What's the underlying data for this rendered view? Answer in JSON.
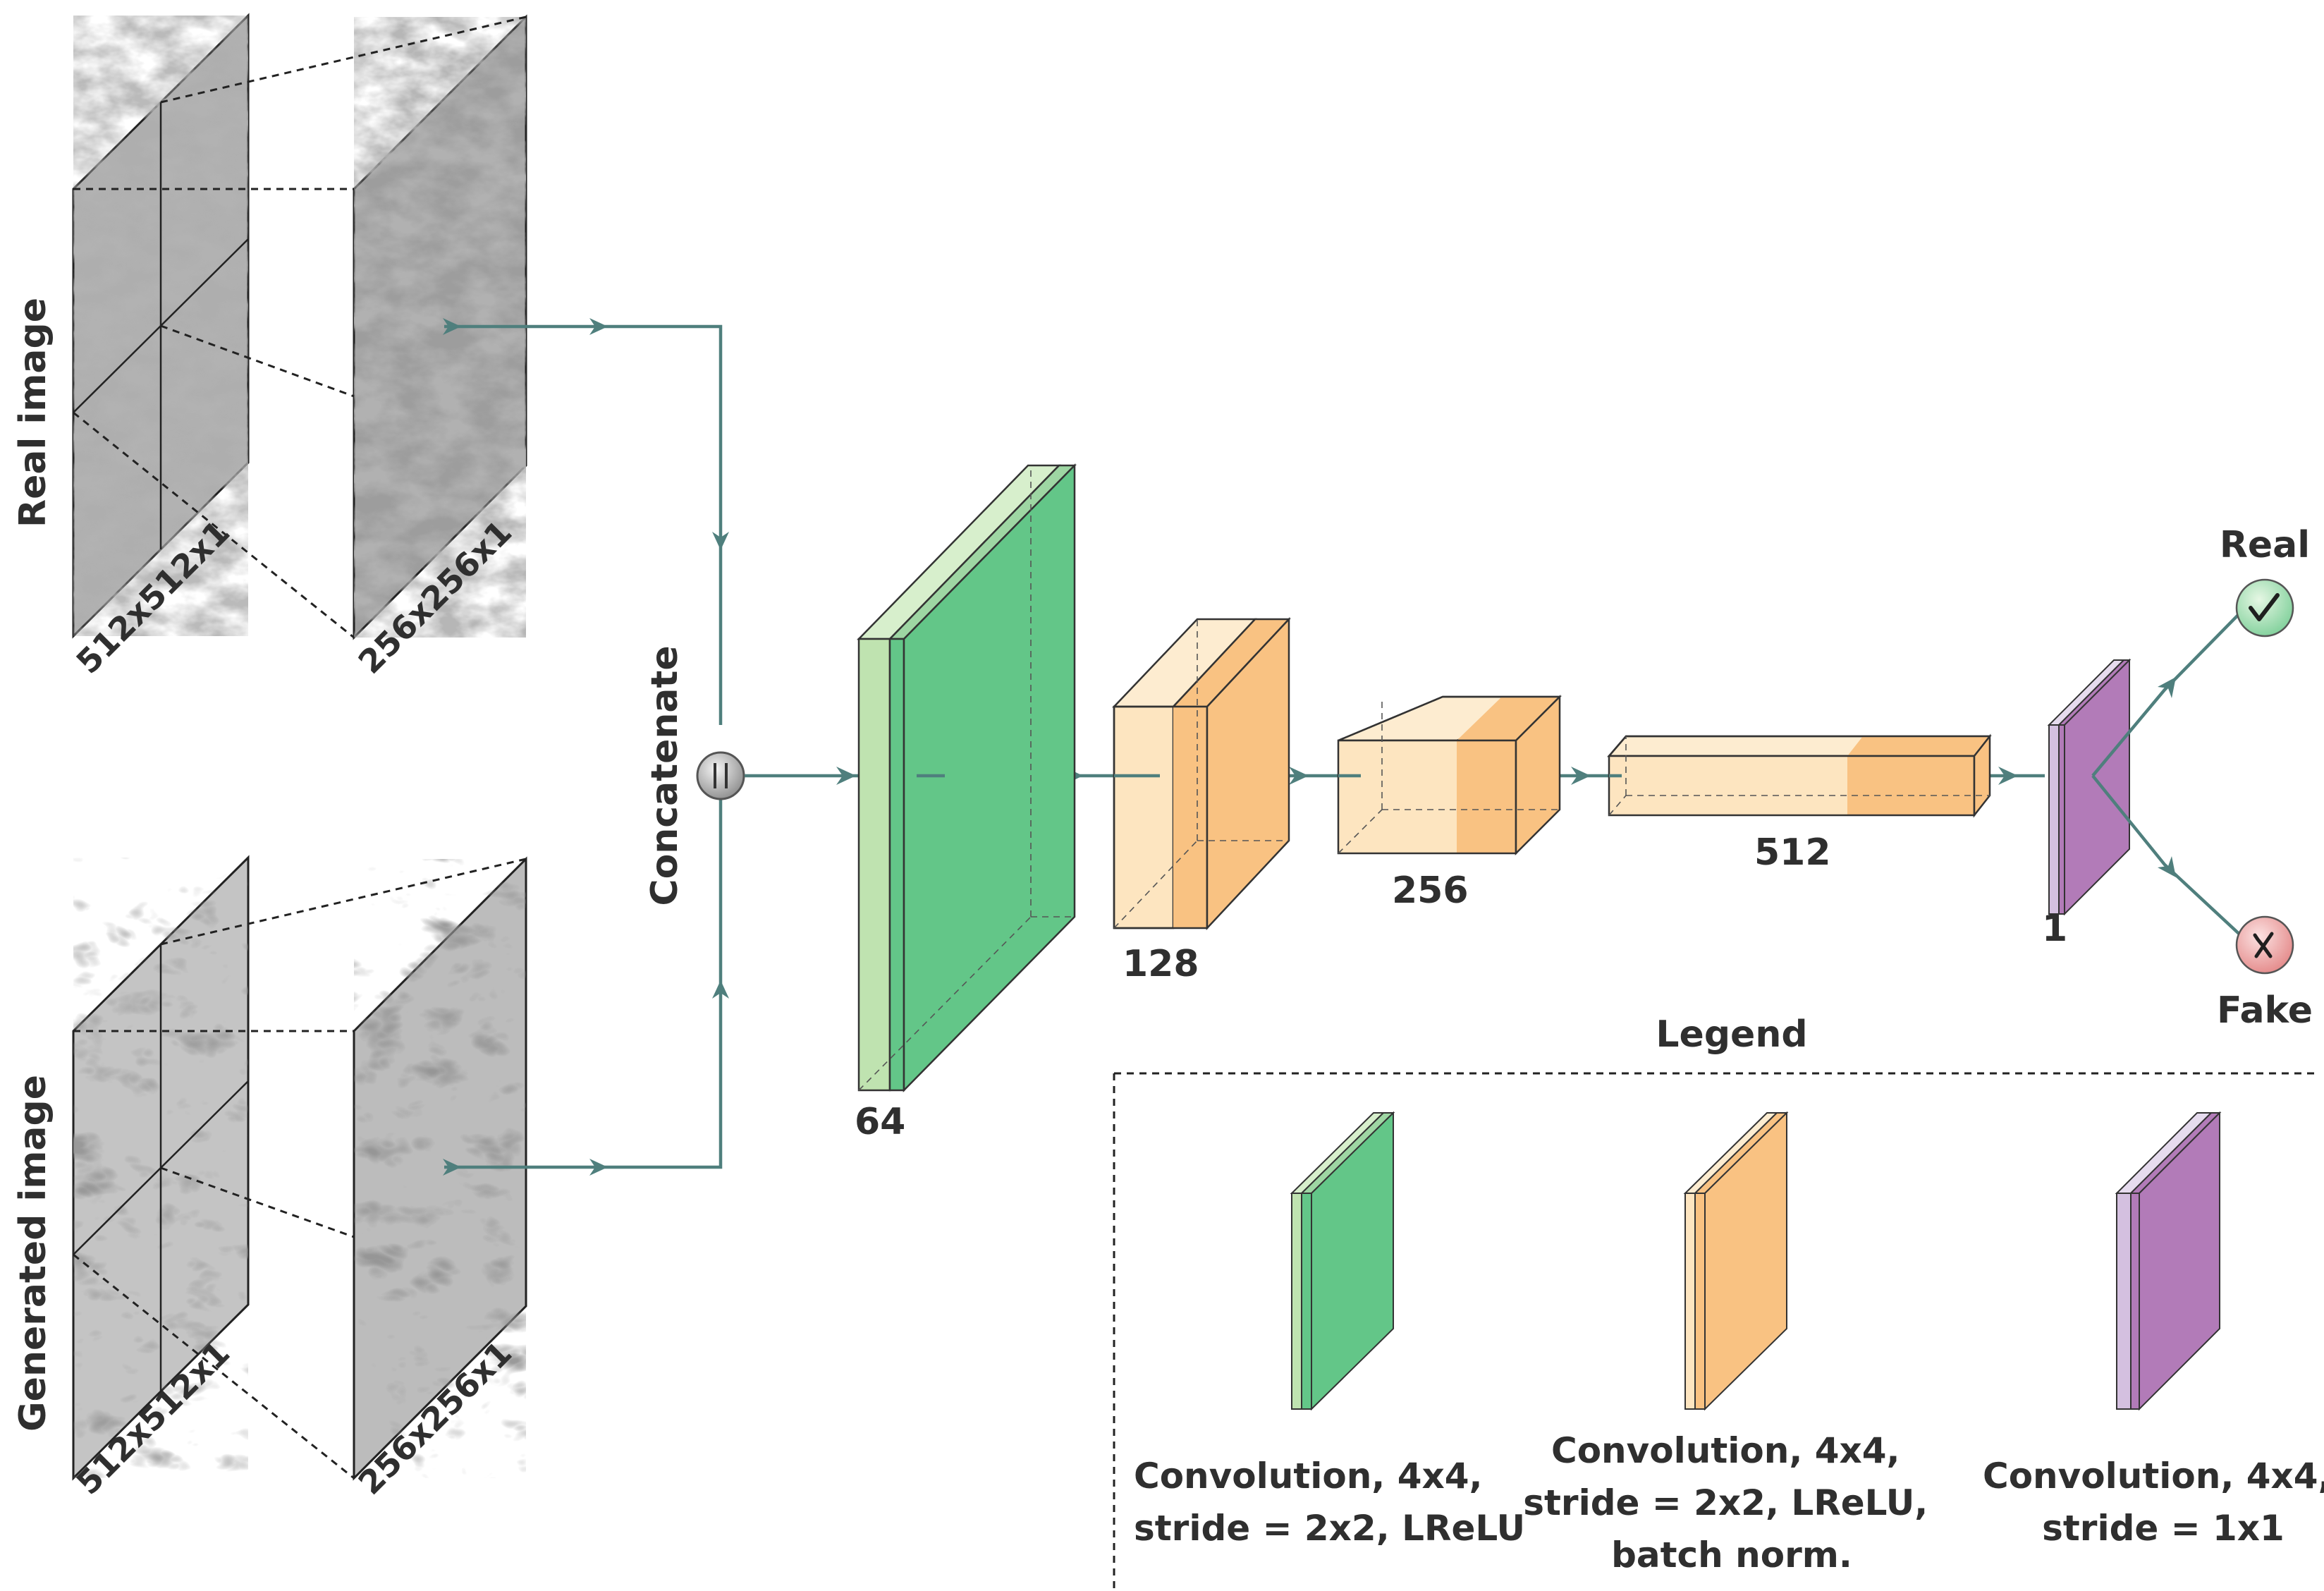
{
  "inputs": {
    "real_label": "Real image",
    "generated_label": "Generated image",
    "full_size": "512x512x1",
    "crop_size": "256x256x1"
  },
  "concat_label": "Concatenate",
  "layers": {
    "l1": "64",
    "l2": "128",
    "l3": "256",
    "l4": "512",
    "l5": "1"
  },
  "outputs": {
    "real": "Real",
    "fake": "Fake",
    "check_icon": "check-icon",
    "cross_icon": "cross-icon"
  },
  "legend": {
    "title": "Legend",
    "green": [
      "Convolution, 4x4,",
      "stride = 2x2, LReLU"
    ],
    "orange": [
      "Convolution, 4x4,",
      "stride = 2x2, LReLU,",
      "batch norm."
    ],
    "purple": [
      "Convolution, 4x4,",
      "stride = 1x1"
    ]
  },
  "colors": {
    "green_front": "#63c688",
    "green_side": "#bfe3b0",
    "orange_front": "#fde5c0",
    "orange_side": "#f9c282",
    "purple_front": "#b27bb8",
    "purple_side": "#d4c0e0",
    "arrow": "#4f7f7d"
  }
}
